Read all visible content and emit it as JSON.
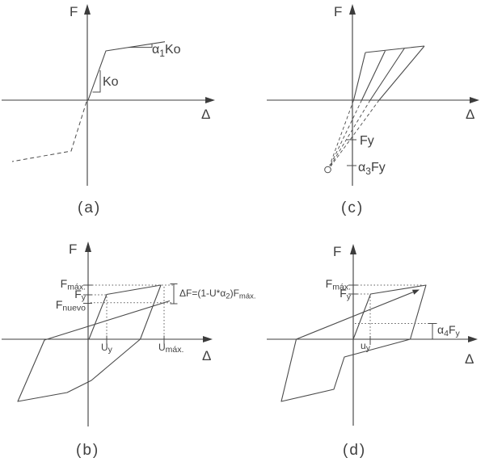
{
  "figure": {
    "background_color": "#ffffff",
    "line_color": "#4a4a4a",
    "text_color": "#3f3f3f",
    "panels": {
      "a": {
        "caption": "(a)",
        "y_axis_label": "F",
        "x_axis_label": "Δ",
        "initial_stiffness_label": "Ko",
        "post_yield_stiffness": {
          "alpha": "α",
          "sub": "1",
          "rest": "Ko"
        }
      },
      "c": {
        "caption": "(c)",
        "y_axis_label": "F",
        "x_axis_label": "Δ",
        "fy_label": "Fy",
        "alpha3_label": {
          "alpha": "α",
          "sub": "3",
          "rest": "Fy"
        }
      },
      "b": {
        "caption": "(b)",
        "y_axis_label": "F",
        "x_axis_label": "Δ",
        "fmax_label": {
          "main": "F",
          "sub": "máx."
        },
        "fy_label": {
          "main": "F",
          "sub": "y"
        },
        "fnuevo_label": {
          "main": "F",
          "sub": "nuevo"
        },
        "uy_label": {
          "main": "U",
          "sub": "y"
        },
        "umax_label": {
          "main": "U",
          "sub": "máx."
        },
        "delta_f_formula": {
          "p1": "ΔF=(1-U*α",
          "sub1": "2",
          "p2": ")F",
          "sub2": "máx."
        }
      },
      "d": {
        "caption": "(d)",
        "y_axis_label": "F",
        "x_axis_label": "Δ",
        "fmax_label": {
          "main": "F",
          "sub": "máx."
        },
        "fy_label": {
          "main": "F",
          "sub": "y"
        },
        "uy_label": {
          "main": "u",
          "sub": "y"
        },
        "alpha4_label": {
          "alpha": "α",
          "sub": "4",
          "f": "F",
          "fsub": "y"
        }
      }
    }
  }
}
